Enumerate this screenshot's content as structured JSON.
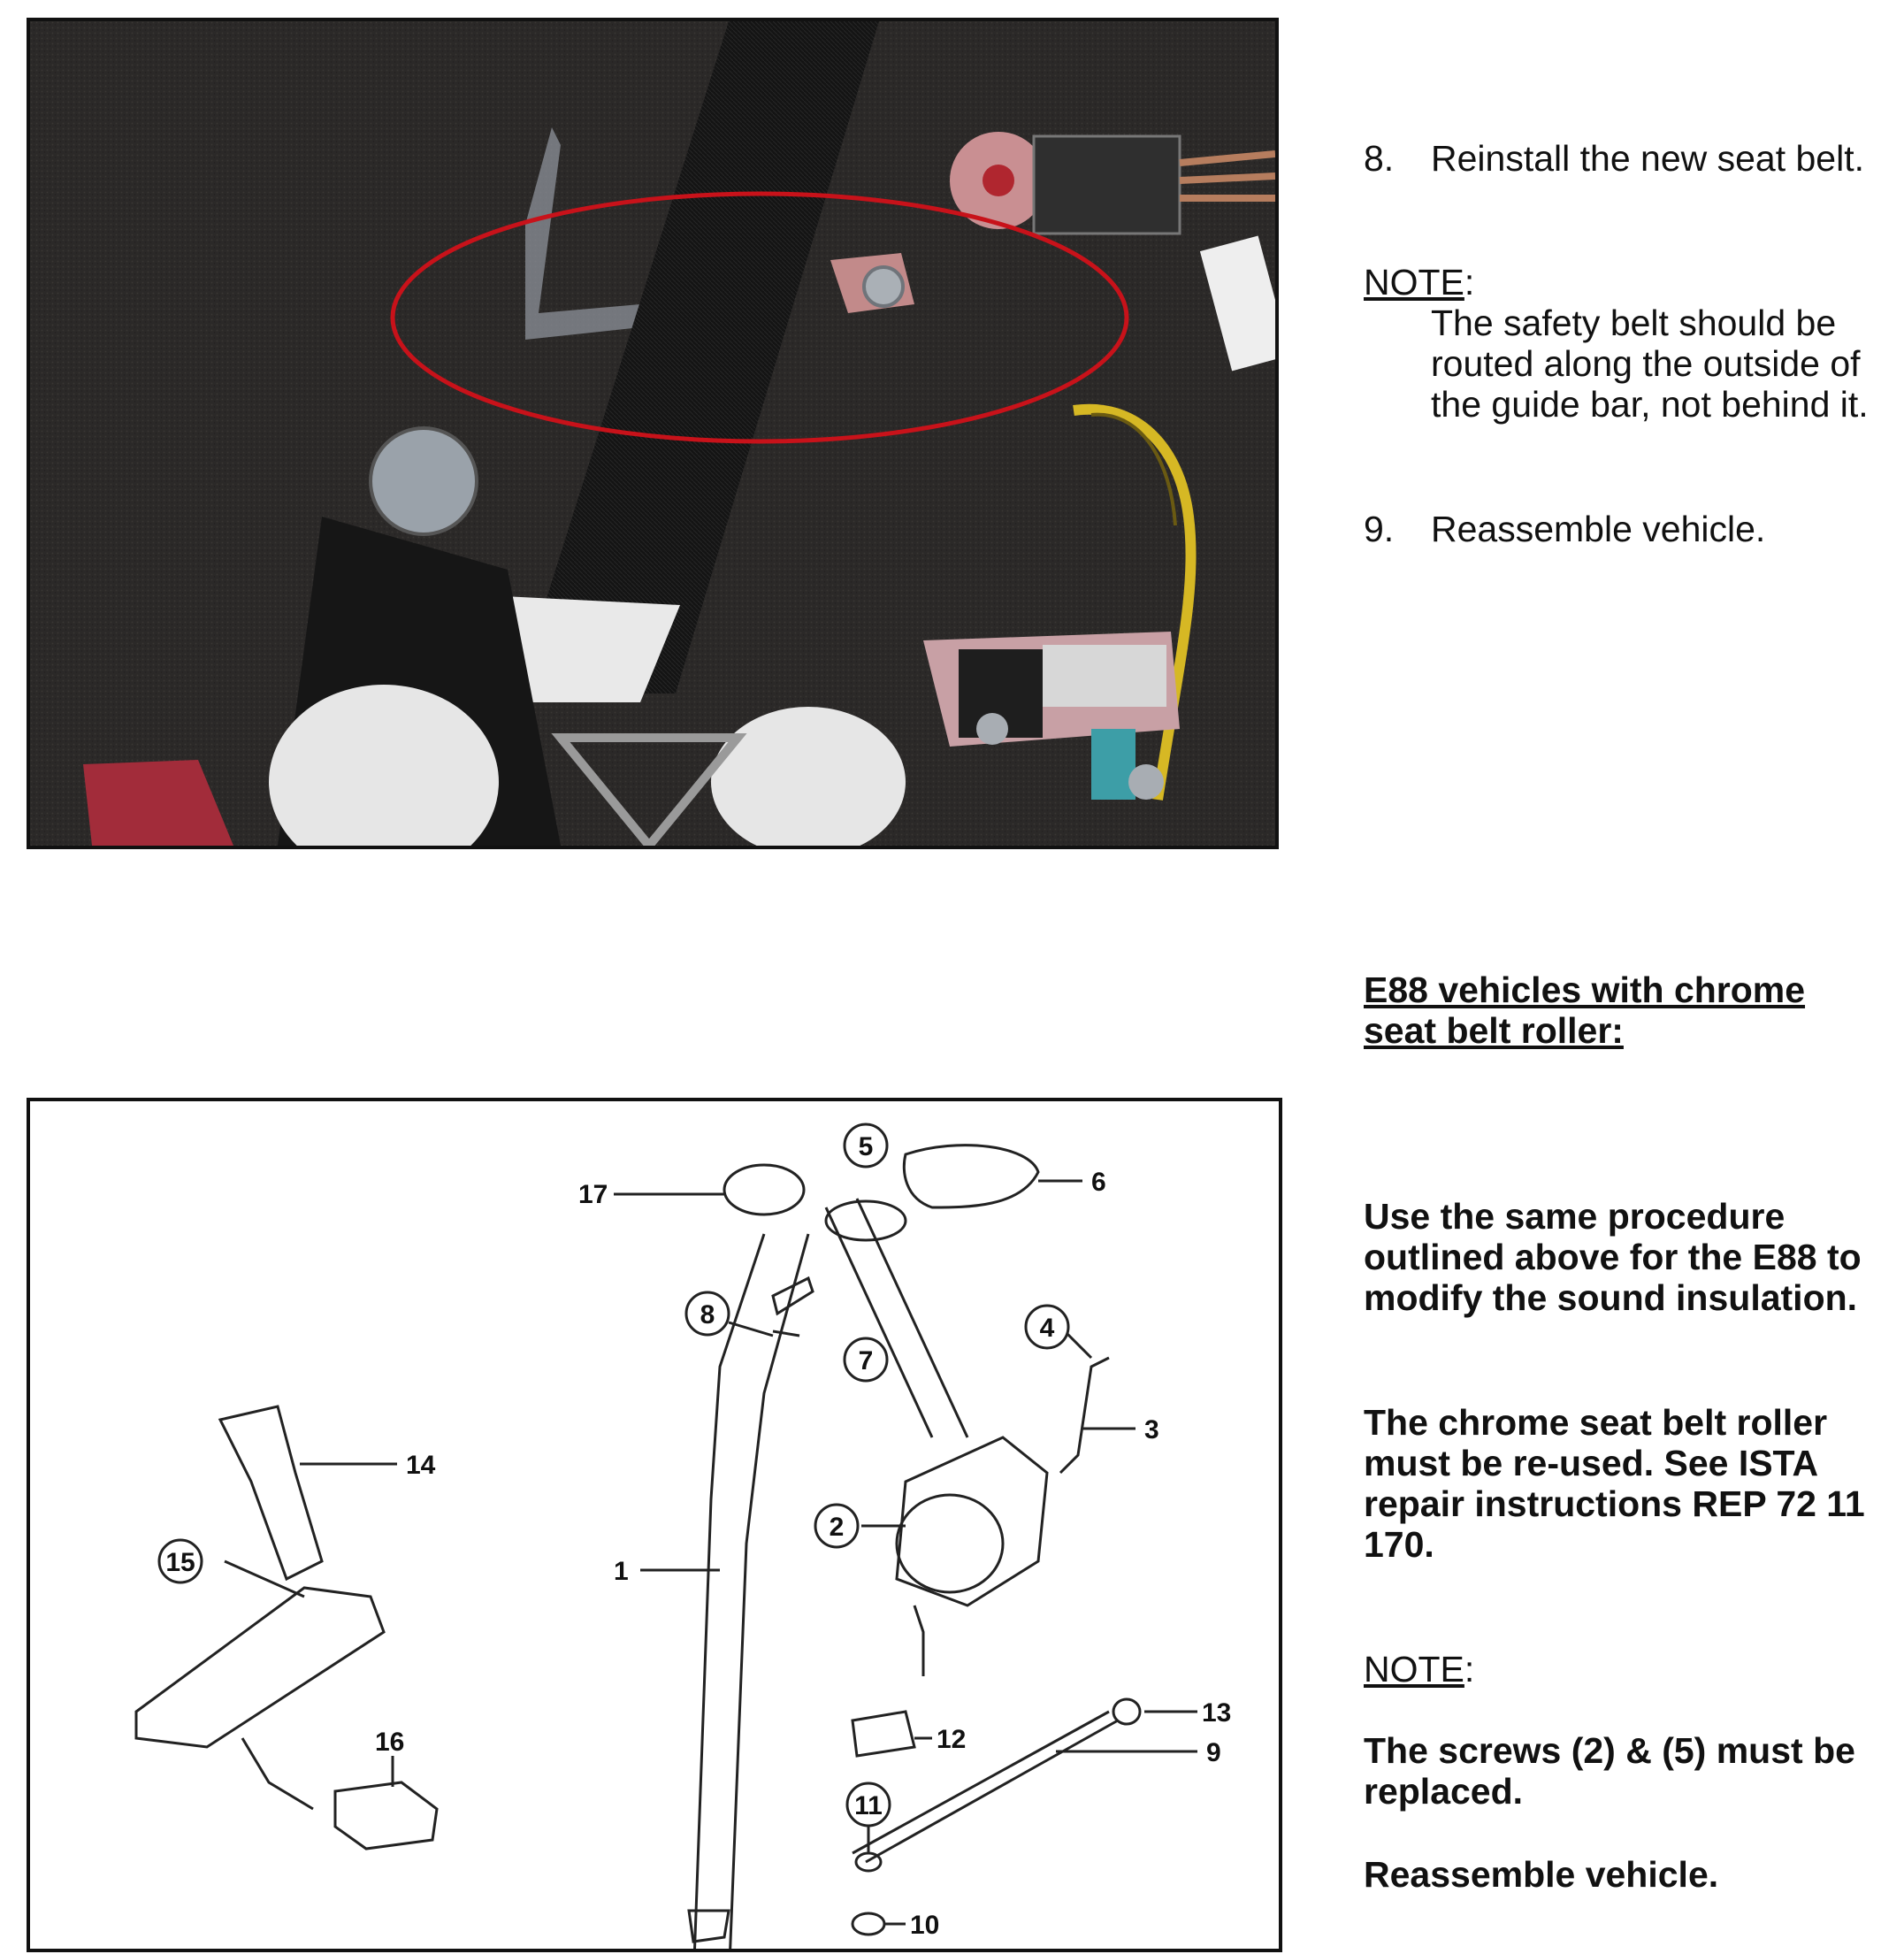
{
  "steps": [
    {
      "number": "8.",
      "text": "Reinstall the new seat belt."
    },
    {
      "number": "9.",
      "text": "Reassemble vehicle."
    }
  ],
  "note1": {
    "heading": "NOTE",
    "colon": ":",
    "text": "The safety belt should be routed along the outside of the guide bar, not behind it."
  },
  "section2": {
    "heading": "E88 vehicles with chrome seat belt roller:",
    "para1": "Use the same procedure outlined above for the E88 to modify the sound insulation.",
    "para2": "The chrome seat belt roller must be re-used. See ISTA repair instructions REP 72 11 170.",
    "note_heading": "NOTE",
    "note_colon": ":",
    "note_text": "The screws (2) & (5) must be replaced.",
    "final": "Reassemble vehicle."
  },
  "diagram_callouts": {
    "c1": "1",
    "c2": "2",
    "c3": "3",
    "c4": "4",
    "c5": "5",
    "c6": "6",
    "c7": "7",
    "c8": "8",
    "c9": "9",
    "c10": "10",
    "c11": "11",
    "c12": "12",
    "c13": "13",
    "c14": "14",
    "c15": "15",
    "c16": "16",
    "c17": "17"
  },
  "colors": {
    "highlight_ellipse": "#c8121a",
    "belt": "#151515",
    "carpet": "#2a2827"
  }
}
